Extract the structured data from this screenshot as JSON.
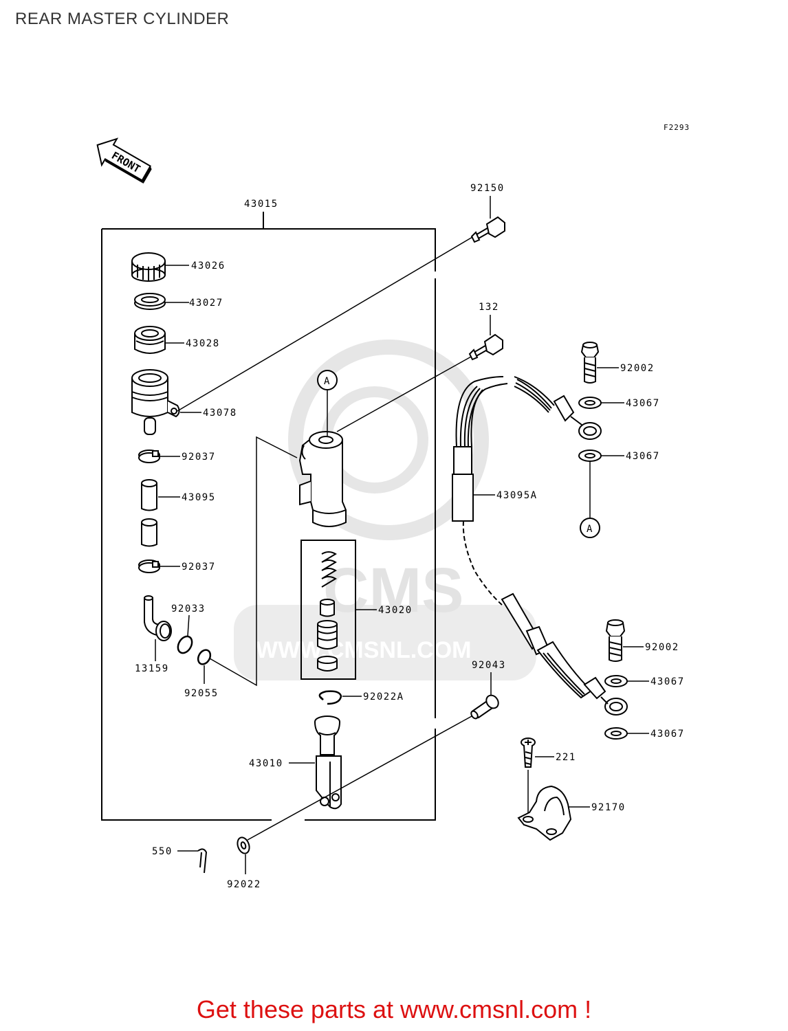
{
  "title": "REAR MASTER CYLINDER",
  "figure_code": "F2293",
  "front_arrow_label": "FRONT",
  "watermark": {
    "brand": "CMS",
    "url": "WWW.CMSNL.COM"
  },
  "callout_marker": "A",
  "parts": {
    "p43015": "43015",
    "p92150": "92150",
    "p43026": "43026",
    "p43027": "43027",
    "p43028": "43028",
    "p43078": "43078",
    "p92037a": "92037",
    "p43095": "43095",
    "p92037b": "92037",
    "p92033": "92033",
    "p13159": "13159",
    "p92055": "92055",
    "p132": "132",
    "p43020": "43020",
    "p92022A": "92022A",
    "p43010": "43010",
    "p550": "550",
    "p92022": "92022",
    "p92043": "92043",
    "p92002a": "92002",
    "p43067a": "43067",
    "p43067b": "43067",
    "p43095A": "43095A",
    "p92002b": "92002",
    "p43067c": "43067",
    "p43067d": "43067",
    "p221": "221",
    "p92170": "92170"
  },
  "footer": "Get these parts at www.cmsnl.com !"
}
